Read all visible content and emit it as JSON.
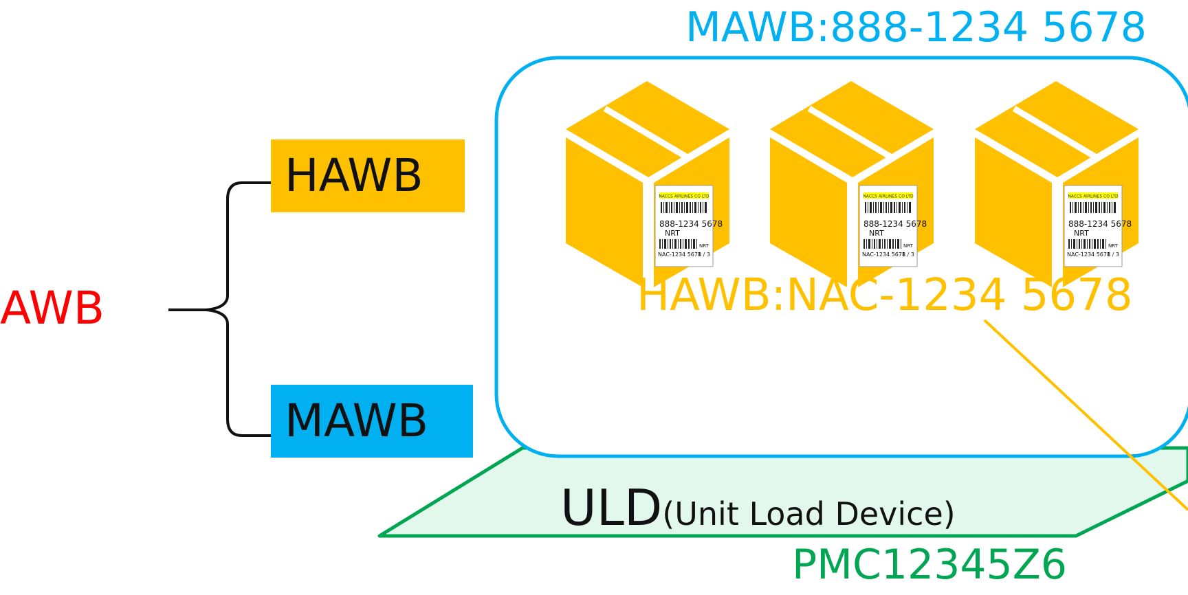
{
  "awb_label": "AWB",
  "hawb_tag": "HAWB",
  "mawb_tag": "MAWB",
  "mawb_number": "MAWB:888-1234 5678",
  "hawb_number": "HAWB:NAC-1234 5678",
  "uld_name": "ULD",
  "uld_sub": "(Unit Load Device)",
  "uld_id": "PMC12345Z6",
  "package_label": {
    "airline": "NACCS AIRLINES CO LTD",
    "mawb": "888-1234 5678",
    "origin": "NRT",
    "hawb": "NAC-1234 5678",
    "count": "1 / 3"
  },
  "colors": {
    "awb": "#ff0000",
    "hawb": "#ffc000",
    "mawb": "#00b0f0",
    "uld_border": "#00a651",
    "uld_fill": "#e2f8ec",
    "box": "#ffc000"
  }
}
